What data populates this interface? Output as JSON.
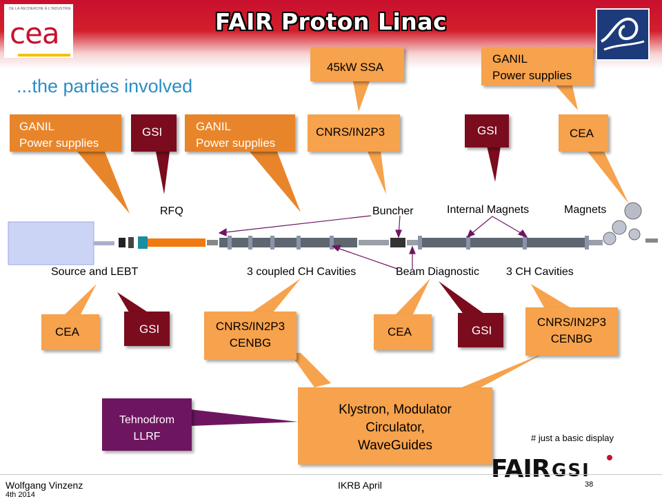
{
  "header": {
    "title": "FAIR Proton Linac"
  },
  "logos": {
    "cea": "cea",
    "cea_tagline": "DE LA RECHERCHE À L'INDUSTRIE",
    "fair": "FAIR",
    "gsi": "GSI"
  },
  "subtitle": "...the parties involved",
  "top_callouts": [
    {
      "line1": "GANIL",
      "line2": "Power supplies"
    },
    {
      "line1": "GSI"
    },
    {
      "line1": "GANIL",
      "line2": "Power supplies"
    },
    {
      "line1": "CNRS/IN2P3"
    },
    {
      "line1": "45kW SSA"
    },
    {
      "line1": "GSI"
    },
    {
      "line1": "GANIL",
      "line2": "Power supplies"
    },
    {
      "line1": "CEA"
    }
  ],
  "bottom_callouts": [
    {
      "line1": "CEA"
    },
    {
      "line1": "GSI"
    },
    {
      "line1": "CNRS/IN2P3",
      "line2": "CENBG"
    },
    {
      "line1": "CEA"
    },
    {
      "line1": "GSI"
    },
    {
      "line1": "CNRS/IN2P3",
      "line2": "CENBG"
    }
  ],
  "beamline_labels": {
    "rfq": "RFQ",
    "buncher": "Buncher",
    "internal_magnets": "Internal Magnets",
    "magnets": "Magnets",
    "source": "Source and LEBT",
    "coupled": "3 coupled CH Cavities",
    "beam_diag": "Beam Diagnostic",
    "ch3": "3 CH Cavities"
  },
  "klystron": {
    "line1": "Klystron, Modulator",
    "line2": "Circulator,",
    "line3": "WaveGuides"
  },
  "tehnodrom": {
    "line1": "Tehnodrom",
    "line2": "LLRF"
  },
  "note": "# just a basic display",
  "footer": {
    "author": "Wolfgang Vinzenz",
    "event": "IKRB   April",
    "page": "38",
    "date_partial": "4th 2014"
  },
  "colors": {
    "header_red": "#c8102e",
    "orange": "#f7a24c",
    "dark_orange": "#e8852a",
    "maroon": "#7a0c1e",
    "purple": "#6e1560",
    "subtitle_blue": "#2a8ec8"
  }
}
